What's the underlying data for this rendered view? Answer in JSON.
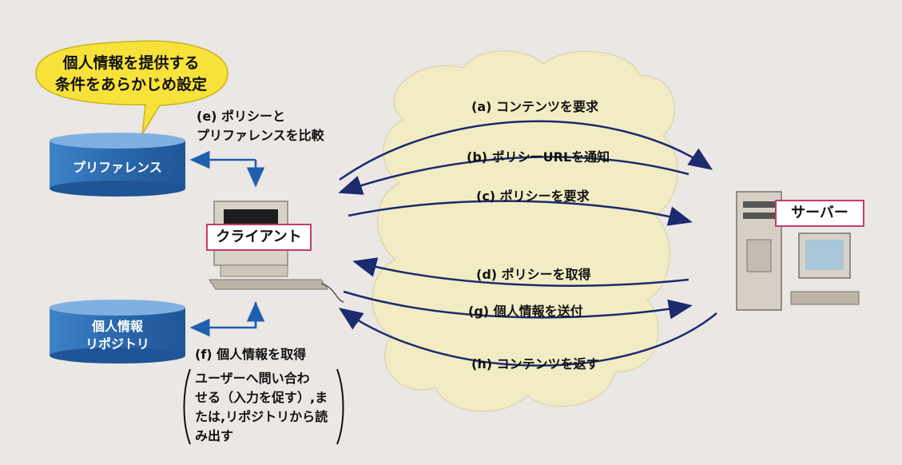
{
  "bubble": {
    "line1": "個人情報を提供する",
    "line2": "条件をあらかじめ設定"
  },
  "preference_db": {
    "label": "プリファレンス"
  },
  "repository_db": {
    "line1": "個人情報",
    "line2": "リポジトリ"
  },
  "step_e": {
    "line1": "(e) ポリシーと",
    "line2": "プリファレンスを比較"
  },
  "step_f": {
    "line1": "(f) 個人情報を取得",
    "note1": "ユーザーへ問い合わ",
    "note2": "せる（入力を促す）,ま",
    "note3": "たは,リポジトリから読",
    "note4": "み出す"
  },
  "client": {
    "label": "クライアント"
  },
  "server": {
    "label": "サーバー"
  },
  "arrows": {
    "a": "(a) コンテンツを要求",
    "b": "(b) ポリシーURLを通知",
    "c": "(c) ポリシーを要求",
    "d": "(d) ポリシーを取得",
    "g": "(g) 個人情報を送付",
    "h": "(h) コンテンツを返す"
  },
  "colors": {
    "cylinder": "#2f6fb5",
    "bubble": "#f7e23a",
    "cloud": "#f2ecc4",
    "connector": "#1f5fb0",
    "arrow": "#1c2a6e",
    "label_border": "#c43c6c"
  }
}
